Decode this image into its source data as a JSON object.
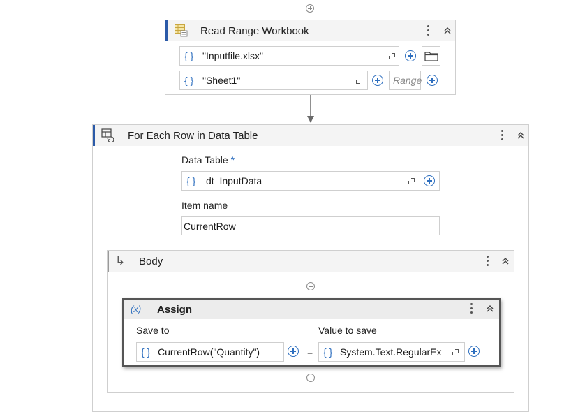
{
  "read_range": {
    "title": "Read Range Workbook",
    "workbook_path": "\"Inputfile.xlsx\"",
    "sheet_name": "\"Sheet1\"",
    "range_placeholder": "Range"
  },
  "for_each": {
    "title": "For Each Row in Data Table",
    "data_table_label": "Data Table",
    "required_mark": "*",
    "data_table_value": "dt_InputData",
    "item_name_label": "Item name",
    "item_name_value": "CurrentRow"
  },
  "body": {
    "title": "Body"
  },
  "assign": {
    "title": "Assign",
    "save_to_label": "Save to",
    "save_to_value": "CurrentRow(\"Quantity\")",
    "equals": "=",
    "value_label": "Value to save",
    "value_value": "System.Text.RegularEx"
  },
  "icons": {
    "brace": "{ }",
    "assign_glyph": "(x)",
    "body_arrow": "↳",
    "collapse": "^"
  },
  "colors": {
    "accent": "#2b5aa8",
    "icon_blue": "#2e6fbf",
    "header_bg": "#f4f4f4",
    "border": "#cfcfcf"
  }
}
